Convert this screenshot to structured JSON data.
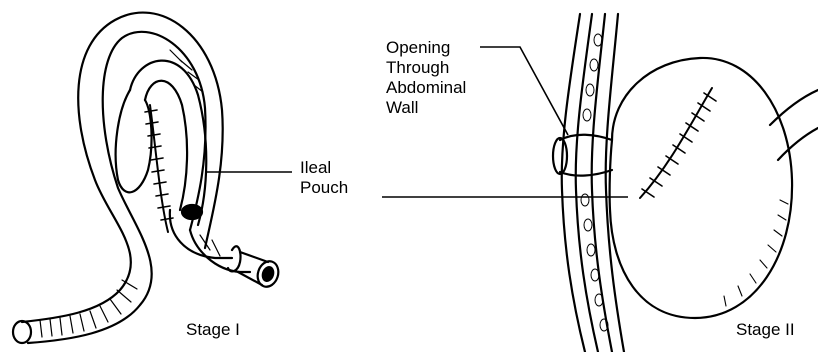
{
  "labels": {
    "stage_one": "Stage I",
    "stage_two": "Stage II",
    "ileal_pouch_line1": "Ileal",
    "ileal_pouch_line2": "Pouch",
    "opening_line1": "Opening",
    "opening_line2": "Through",
    "opening_line3": "Abdominal",
    "opening_line4": "Wall"
  },
  "colors": {
    "ink": "#000000",
    "paper": "#ffffff"
  }
}
